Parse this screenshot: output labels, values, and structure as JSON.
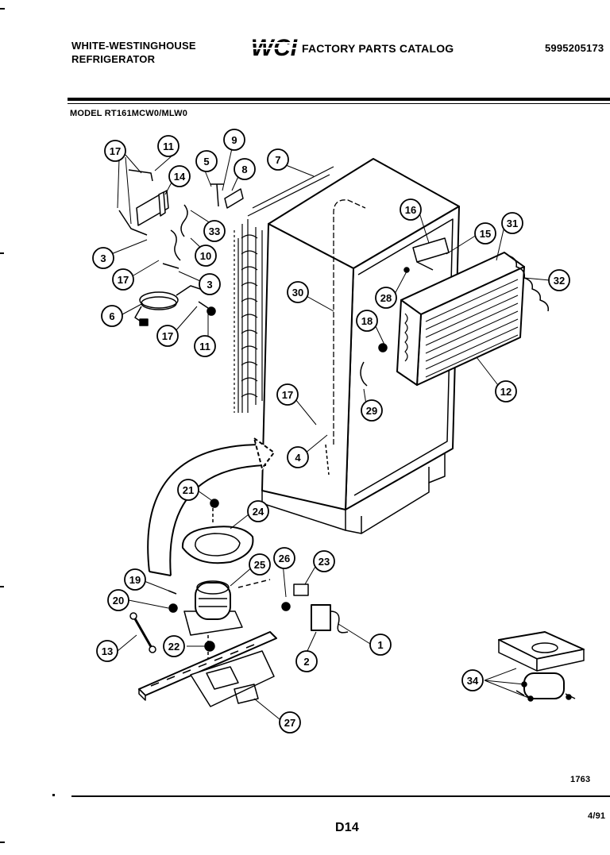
{
  "header": {
    "brand_line1": "WHITE-WESTINGHOUSE",
    "brand_line2": "REFRIGERATOR",
    "logo_text": "WCI",
    "catalog_title": "FACTORY PARTS CATALOG",
    "catalog_number": "5995205173",
    "model_label": "MODEL RT161MCW0/MLW0"
  },
  "footer": {
    "figure_number": "1763",
    "page_code": "D14",
    "date": "4/91"
  },
  "callouts": [
    "1",
    "2",
    "3",
    "3",
    "4",
    "5",
    "6",
    "7",
    "8",
    "9",
    "10",
    "11",
    "11",
    "12",
    "13",
    "14",
    "15",
    "16",
    "17",
    "17",
    "17",
    "17",
    "18",
    "19",
    "20",
    "21",
    "22",
    "23",
    "24",
    "25",
    "26",
    "27",
    "28",
    "29",
    "30",
    "31",
    "32",
    "33",
    "34"
  ]
}
